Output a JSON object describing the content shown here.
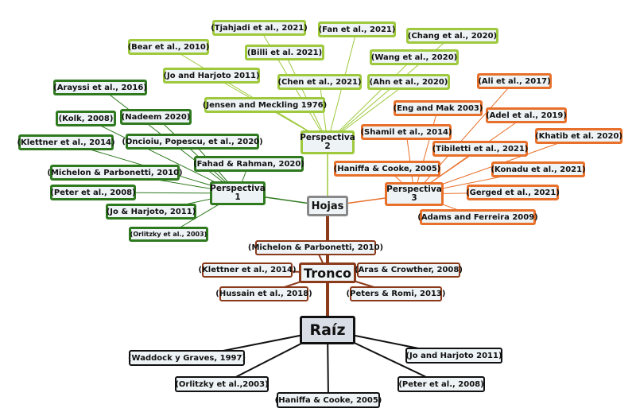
{
  "root": {
    "label": "Raíz",
    "children": [
      "(Waddock y Graves, 1997)",
      "(Jo and Harjoto 2011)",
      "(Orlitzky et al.,2003)",
      "(Peter et al., 2008)",
      "(Haniffa & Cooke, 2005)"
    ]
  },
  "trunk": {
    "label": "Tronco",
    "children": [
      "(Michelon & Parbonetti, 2010)",
      "(Klettner et al., 2014)",
      "(Aras & Crowther, 2008)",
      "(Hussain et al., 2018)",
      "(Peters & Romi, 2013)"
    ]
  },
  "leaves": {
    "label": "Hojas"
  },
  "perspective1": {
    "label": "Perspectiva 1",
    "children": [
      "(Arayssi et al., 2016)",
      "(Kolk, 2008)",
      "(Nadeem 2020)",
      "(Klettner et al., 2014)",
      "(Oncioiu, Popescu, et al., 2020)",
      "(Fahad & Rahman, 2020)",
      "(Michelon & Parbonetti, 2010)",
      "(Peter et al., 2008)",
      "(Jo & Harjoto, 2011)",
      "(Orlitzky et al., 2003)"
    ]
  },
  "perspective2": {
    "label": "Perspectiva 2",
    "children": [
      "(Tjahjadi et al., 2021)",
      "(Fan et al., 2021)",
      "(Chang et al., 2020)",
      "(Bear et al., 2010)",
      "(Billi et al. 2021)",
      "(Wang et al., 2020)",
      "(Jo and Harjoto 2011)",
      "(Chen et al., 2021)",
      "(Ahn et al., 2020)",
      "(Jensen and Meckling 1976)"
    ]
  },
  "perspective3": {
    "label": "Perspectiva 3",
    "children": [
      "(Ali et al., 2017)",
      "(Eng and Mak 2003)",
      "(Adel et al., 2019)",
      "(Shamil et al., 2014)",
      "(Khatib et al. 2020)",
      "(Tibiletti et al., 2021)",
      "(Haniffa & Cooke, 2005)",
      "(Konadu et al., 2021)",
      "(Gerged et al., 2021)",
      "(Adams and Ferreira 2009)"
    ]
  },
  "colors": {
    "perspective1": "#2f7a1f",
    "perspective2": "#9ec93c",
    "perspective3": "#e8702a",
    "trunk": "#8b3a1a",
    "root": "#111111",
    "leaves": "#888888"
  }
}
